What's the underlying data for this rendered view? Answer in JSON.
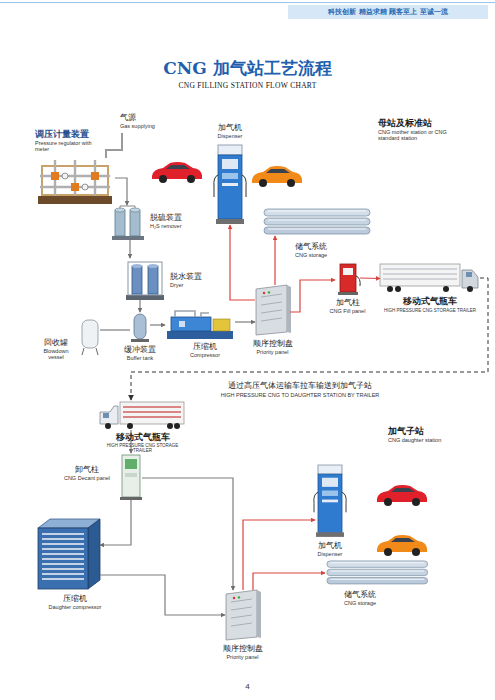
{
  "diagram": {
    "title": "CNG 加气站工艺流程",
    "nodes": [
      {
        "text": [
          "调压计量装置",
          "Pressure regulator with meter"
        ]
      },
      {
        "text": [
          "加气机",
          "Dispenser"
        ]
      },
      {
        "text": [
          "脱硫装置",
          "H₂S remover"
        ]
      },
      {
        "text": [
          "储气系统",
          "CNG storage"
        ]
      },
      {
        "text": [
          "脱水装置",
          "Dryer"
        ]
      },
      {
        "text": [
          "加气柱",
          "CNG Fill panel"
        ]
      },
      {
        "text": [
          "移动式气瓶车",
          "HIGH PRESSURE CNG STORAGE TRAILER"
        ]
      },
      {
        "text": [
          "顺序控制盘",
          "Priority panel"
        ]
      },
      {
        "text": [
          "回收罐",
          "Blowdown vessel"
        ]
      },
      {
        "text": [
          "缓冲装置",
          "Buffer tank"
        ]
      },
      {
        "text": [
          "压缩机",
          "Compressor"
        ]
      },
      {
        "text": [
          "移动式气瓶车",
          "HIGH PRESSURE CNG STORAGE TRAILER"
        ]
      },
      {
        "text": [
          "卸气柱",
          "CNG Decant panel"
        ]
      },
      {
        "text": [
          "加气机",
          "Dispenser"
        ]
      },
      {
        "text": [
          "压缩机",
          "Daughter compressor"
        ]
      },
      {
        "text": [
          "储气系统",
          "CNG storage"
        ]
      },
      {
        "text": [
          "顺序控制盘",
          "Priority panel"
        ]
      }
    ],
    "edges": [
      {
        "from": 0,
        "to": 2,
        "arrow": "to"
      },
      {
        "from": 2,
        "to": 4,
        "arrow": "to"
      },
      {
        "from": 4,
        "to": 9,
        "arrow": "to"
      },
      {
        "from": 8,
        "to": 9,
        "arrow": "none"
      },
      {
        "from": 9,
        "to": 10,
        "arrow": "to"
      },
      {
        "from": 10,
        "to": 7,
        "arrow": "to"
      },
      {
        "from": 7,
        "to": 1,
        "arrow": "to"
      },
      {
        "from": 7,
        "to": 3,
        "arrow": "to"
      },
      {
        "from": 7,
        "to": 5,
        "arrow": "to"
      },
      {
        "from": 5,
        "to": 6,
        "arrow": "to"
      },
      {
        "from": 6,
        "to": 11,
        "arrow": "to"
      },
      {
        "from": 11,
        "to": 12,
        "arrow": "to"
      },
      {
        "from": 12,
        "to": 14,
        "arrow": "to"
      },
      {
        "from": 14,
        "to": 16,
        "arrow": "to"
      },
      {
        "from": 12,
        "to": 16,
        "arrow": "to"
      },
      {
        "from": 16,
        "to": 13,
        "arrow": "to"
      },
      {
        "from": 16,
        "to": 15,
        "arrow": "to"
      }
    ],
    "labels": [
      "科技创新 精益求精 顾客至上 至诚一流",
      "CNG FILLING STATION FLOW CHART",
      "气源",
      "Gas supplying",
      "母站及标准站",
      "CNG mother station or CNG standard station",
      "通过高压气体运输车拉车输送到加气子站",
      "HIGH PRESSURE CNG TO DAUGHTER STATION BY TRAILER",
      "加气子站",
      "CNG daughter station",
      "4"
    ]
  }
}
